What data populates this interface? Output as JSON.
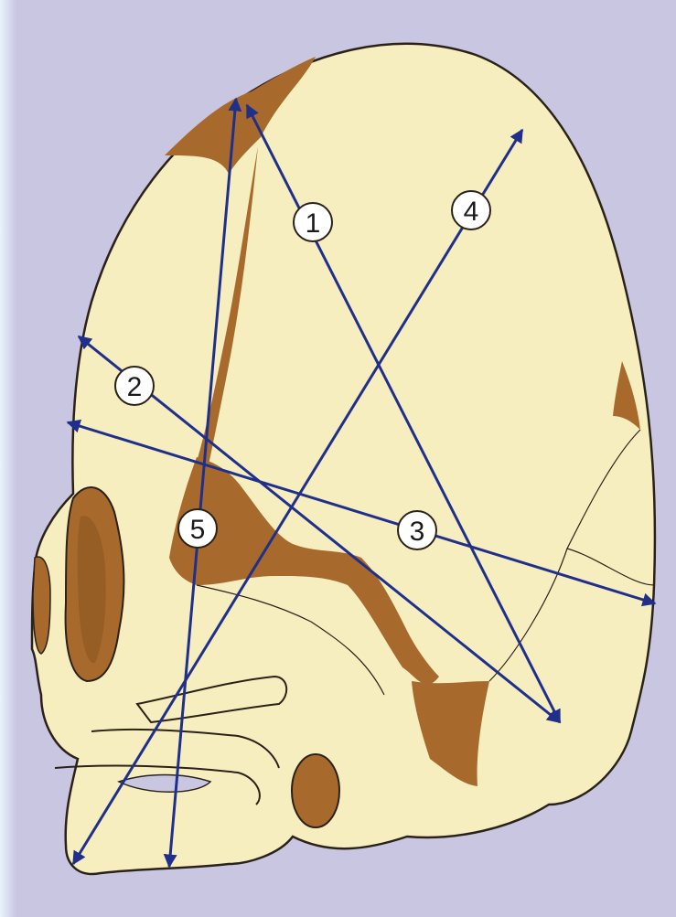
{
  "colors": {
    "background": "#c9c6e2",
    "bone": "#f7eec0",
    "suture": "#a86a2c",
    "outline": "#2a2218",
    "arrow": "#1f2f8a"
  },
  "markers": [
    {
      "id": "1",
      "label": "1"
    },
    {
      "id": "2",
      "label": "2"
    },
    {
      "id": "3",
      "label": "3"
    },
    {
      "id": "4",
      "label": "4"
    },
    {
      "id": "5",
      "label": "5"
    }
  ]
}
